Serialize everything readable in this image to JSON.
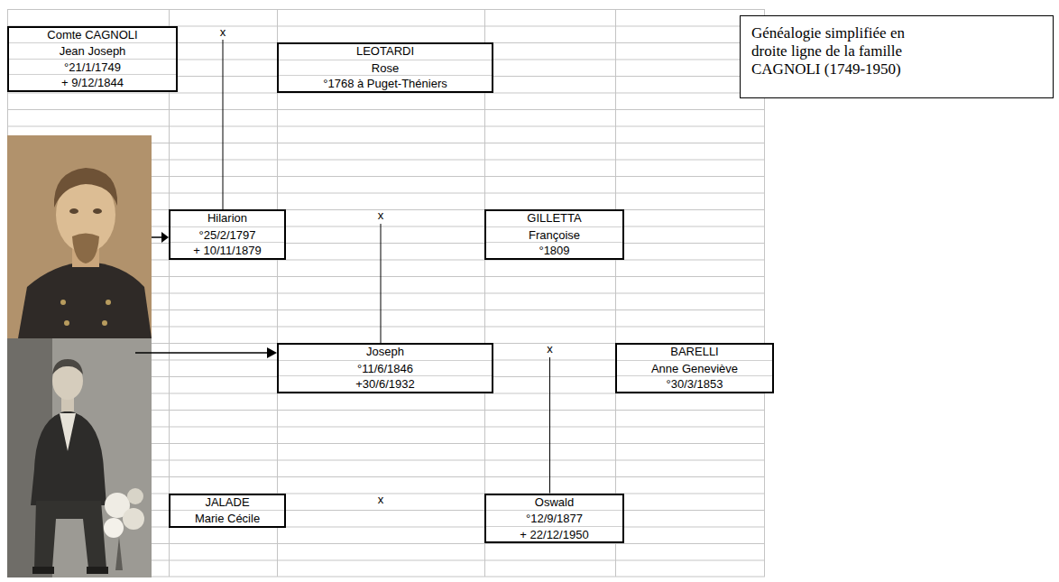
{
  "diagram": {
    "title": "Généalogie simplifiée en droite ligne de la famille CAGNOLI (1749-1950)",
    "nodes": [
      {
        "text": [
          "Comte CAGNOLI",
          "Jean Joseph",
          "°21/1/1749",
          "+ 9/12/1844"
        ]
      },
      {
        "text": [
          "LEOTARDI",
          "Rose",
          "°1768 à Puget-Théniers"
        ]
      },
      {
        "text": [
          "Hilarion",
          "°25/2/1797",
          "+ 10/11/1879"
        ]
      },
      {
        "text": [
          "GILLETTA",
          "Françoise",
          "°1809"
        ]
      },
      {
        "text": [
          "Joseph",
          "°11/6/1846",
          "+30/6/1932"
        ]
      },
      {
        "text": [
          "BARELLI",
          "Anne Geneviève",
          "°30/3/1853"
        ]
      },
      {
        "text": [
          "JALADE",
          "Marie Cécile"
        ]
      },
      {
        "text": [
          "Oswald",
          "°12/9/1877",
          "+ 22/12/1950"
        ]
      }
    ],
    "labels": [
      "x",
      "x",
      "x",
      "x"
    ]
  }
}
